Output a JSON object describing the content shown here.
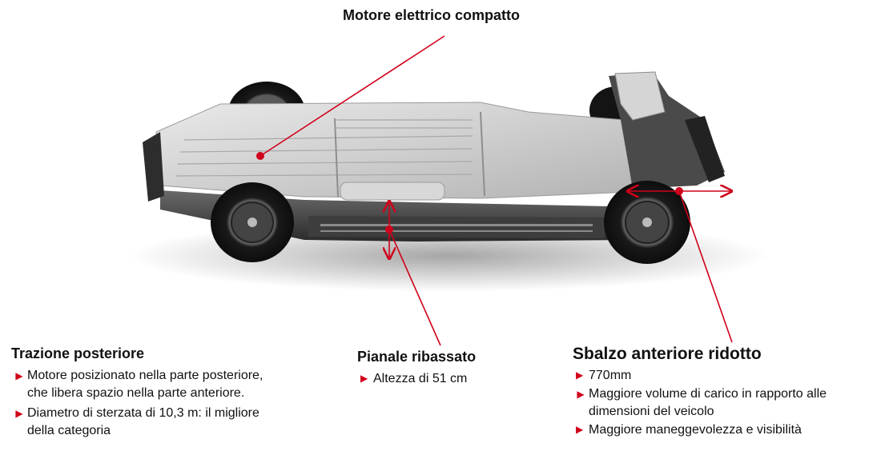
{
  "colors": {
    "accent": "#d0021b",
    "text": "#111111"
  },
  "icons": {
    "bullet": "caret-right-icon"
  },
  "callouts": {
    "motor": {
      "title": "Motore elettrico compatto"
    },
    "rear_drive": {
      "title": "Trazione posteriore",
      "bullets": [
        "Motore posizionato nella parte posteriore, che libera spazio nella parte anteriore.",
        "Diametro di sterzata di 10,3 m: il migliore della categoria"
      ]
    },
    "floor": {
      "title": "Pianale ribassato",
      "bullets": [
        "Altezza di 51 cm"
      ]
    },
    "overhang": {
      "title": "Sbalzo anteriore ridotto",
      "bullets": [
        "770mm",
        "Maggiore volume di carico in rapporto alle dimensioni del veicolo",
        "Maggiore maneggevolezza e visibilità"
      ]
    }
  }
}
